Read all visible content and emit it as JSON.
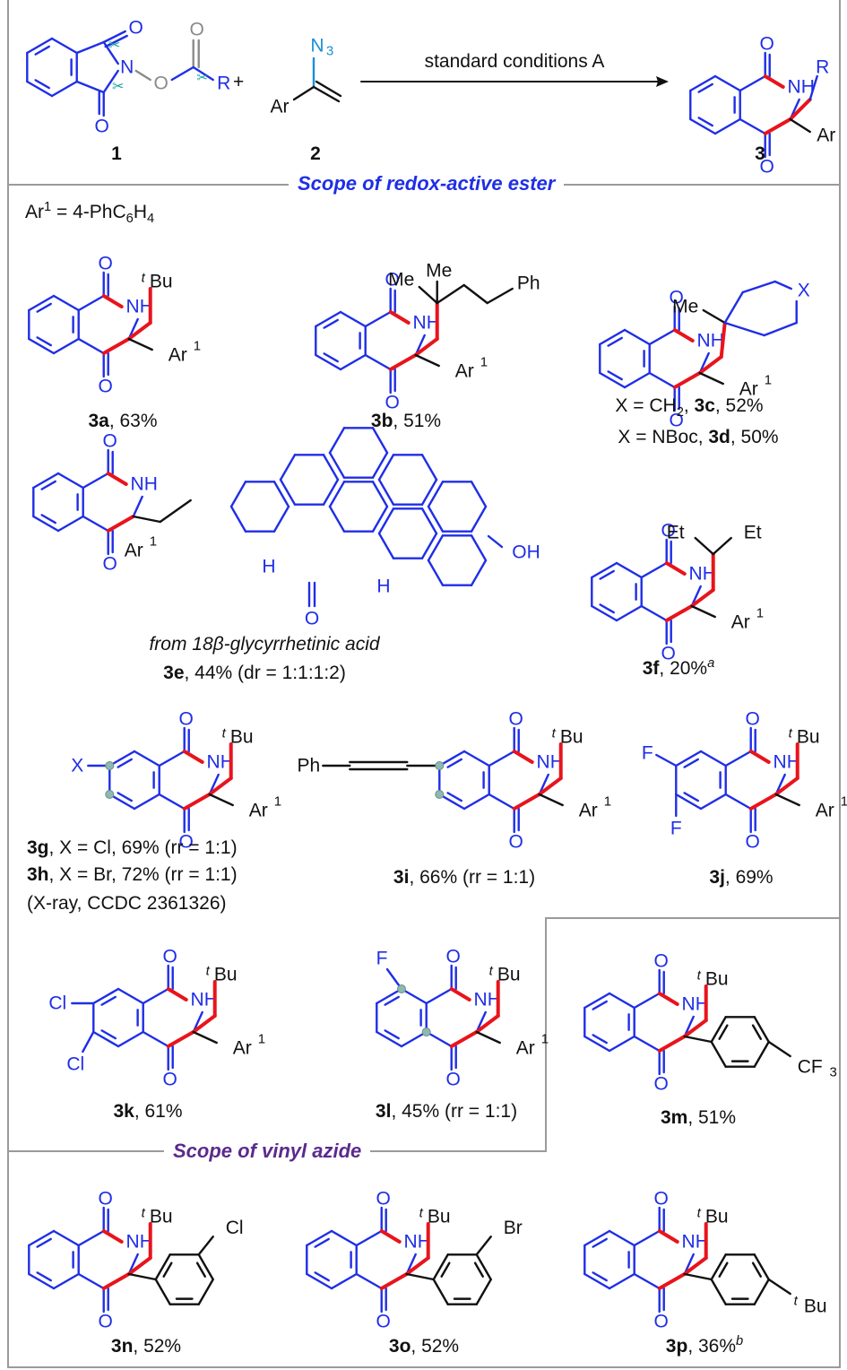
{
  "reaction": {
    "reagent1_label": "1",
    "reagent2_label": "2",
    "product_label": "3",
    "plus": "+",
    "conditions": "standard conditions A"
  },
  "sections": {
    "ester_title": "Scope of redox-active ester",
    "azide_title": "Scope of vinyl azide",
    "title_colors": {
      "ester": "#1f2ee6",
      "azide": "#5b2a8c"
    }
  },
  "ar_definition": {
    "prefix": "Ar",
    "sup": "1",
    "rest": " = 4-PhC",
    "sub1": "6",
    "mid": "H",
    "sub2": "4"
  },
  "compounds": {
    "3a": {
      "id": "3a",
      "text": ", 63%"
    },
    "3b": {
      "id": "3b",
      "text": ", 51%"
    },
    "3c": {
      "prefix": "X = CH",
      "sub": "2",
      "mid": ", ",
      "id": "3c",
      "text": ", 52%"
    },
    "3d": {
      "prefix": "X = NBoc, ",
      "id": "3d",
      "text": ", 50%"
    },
    "3e": {
      "origin": "from 18",
      "beta": "β",
      "origin_rest": "-glycyrrhetinic acid",
      "id": "3e",
      "text": ", 44% (dr = 1:1:1:2)"
    },
    "3f": {
      "id": "3f",
      "text": ", 20%",
      "note": "a"
    },
    "3g": {
      "id": "3g",
      "text": ", X = Cl, 69% (rr = 1:1)"
    },
    "3h": {
      "id": "3h",
      "text": ", X = Br, 72% (rr = 1:1)",
      "xray": "(X-ray, CCDC 2361326)"
    },
    "3i": {
      "id": "3i",
      "text": ", 66% (rr = 1:1)"
    },
    "3j": {
      "id": "3j",
      "text": ", 69%"
    },
    "3k": {
      "id": "3k",
      "text": ", 61%"
    },
    "3l": {
      "id": "3l",
      "text": ", 45% (rr = 1:1)"
    },
    "3m": {
      "id": "3m",
      "text": ", 51%"
    },
    "3n": {
      "id": "3n",
      "text": ", 52%"
    },
    "3o": {
      "id": "3o",
      "text": ", 52%"
    },
    "3p": {
      "id": "3p",
      "text": ", 36%",
      "note": "b"
    }
  },
  "atoms": {
    "O": "O",
    "N": "N",
    "NH": "NH",
    "R": "R",
    "Ar": "Ar",
    "Ar1": "Ar",
    "one": "1",
    "tBu_t": "t",
    "Bu": "Bu",
    "Me": "Me",
    "Ph": "Ph",
    "X": "X",
    "Et": "Et",
    "H": "H",
    "OH": "OH",
    "Cl": "Cl",
    "Br": "Br",
    "F": "F",
    "CF": "CF",
    "three": "3",
    "N3": "N",
    "N3_sub": "3"
  },
  "colors": {
    "ring": "#1f2ee6",
    "bond_new": "#e8141c",
    "heteroatom": "#1f2ee6",
    "azide_N": "#1a8fd6",
    "removed": "#8a8a8a",
    "scissor": "#1aa6a0"
  }
}
